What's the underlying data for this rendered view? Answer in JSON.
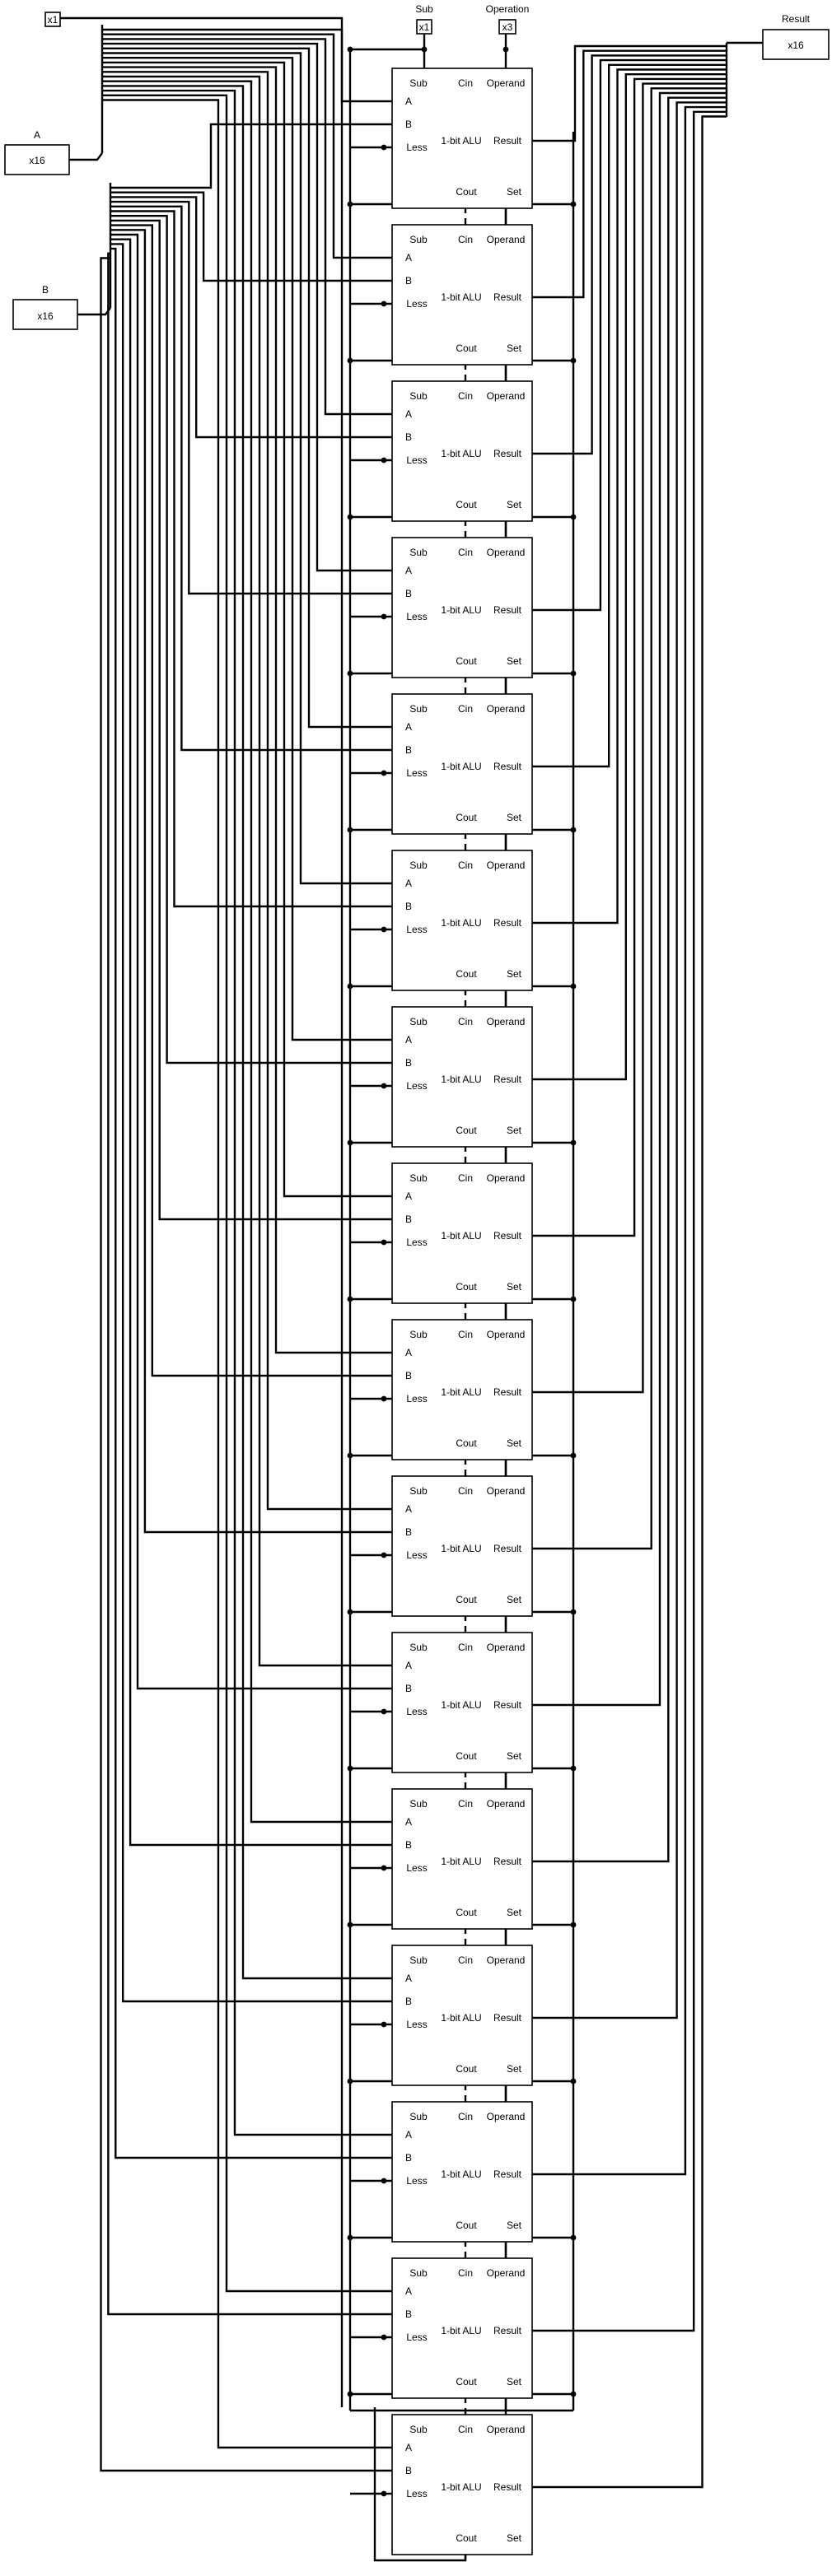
{
  "colors": {
    "wire": "#000000",
    "background": "#ffffff"
  },
  "pins": {
    "a": {
      "name": "A",
      "width": "x16"
    },
    "b": {
      "name": "B",
      "width": "x16"
    },
    "result": {
      "name": "Result",
      "width": "x16"
    },
    "sub": {
      "name": "Sub",
      "width": "x1"
    },
    "operation": {
      "name": "Operation",
      "width": "x3"
    },
    "constant": {
      "width": "x1"
    }
  },
  "alu_block": {
    "title": "1-bit ALU",
    "ports": {
      "sub": "Sub",
      "cin": "Cin",
      "operand": "Operand",
      "a": "A",
      "b": "B",
      "less": "Less",
      "result": "Result",
      "cout": "Cout",
      "set": "Set"
    }
  },
  "alu_count": 16
}
